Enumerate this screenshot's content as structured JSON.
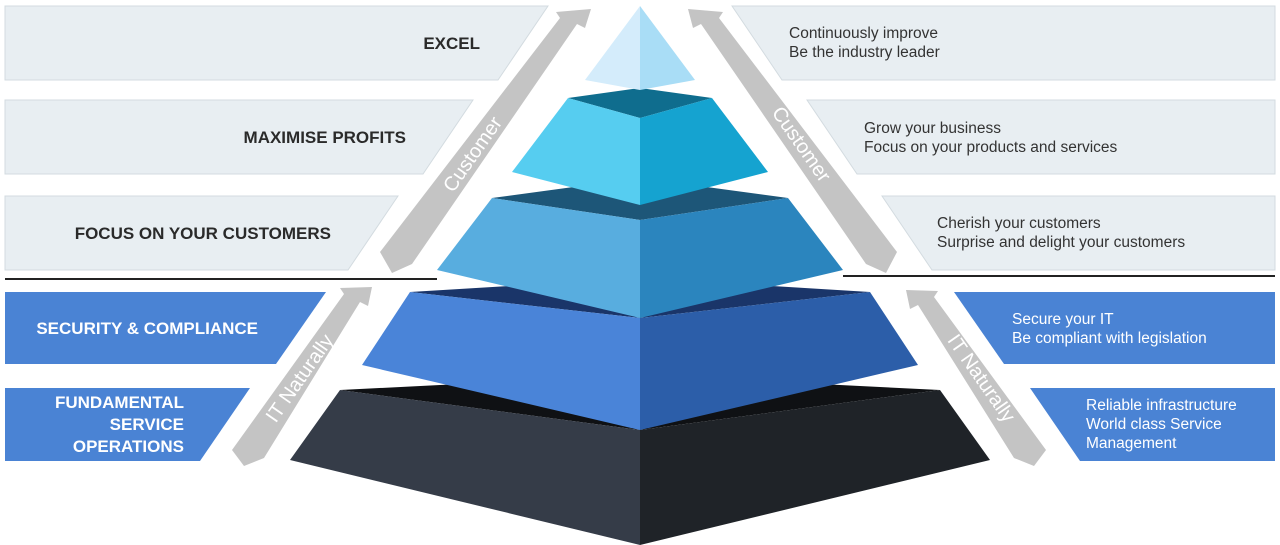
{
  "colors": {
    "light_panel": "#e8eef2",
    "light_panel_stroke": "#d3dbe0",
    "blue_panel": "#4a83d4",
    "arrow_grey": "#c4c4c4",
    "divider": "#222222"
  },
  "pyramid": {
    "tiers": [
      {
        "name": "excel",
        "left": "#d4ecfb",
        "right": "#a9ddf6",
        "top": null
      },
      {
        "name": "maximise-profits",
        "left": "#56cdf0",
        "right": "#15a3d0",
        "top": "#0f6d8e"
      },
      {
        "name": "focus-customers",
        "left": "#58addf",
        "right": "#2b85be",
        "top": "#1d5678"
      },
      {
        "name": "security",
        "left": "#4a84d8",
        "right": "#2c5ea9",
        "top": "#1a3569"
      },
      {
        "name": "fundamental",
        "left": "#353c48",
        "right": "#1f2328",
        "top": "#0f1114"
      }
    ]
  },
  "arrows": {
    "upper_left": "Customer",
    "upper_right": "Customer",
    "lower_left": "IT Naturally",
    "lower_right": "IT Naturally"
  },
  "left_labels": {
    "excel": "EXCEL",
    "maximise": "MAXIMISE PROFITS",
    "focus": "FOCUS ON YOUR CUSTOMERS",
    "security": "SECURITY & COMPLIANCE",
    "fundamental": [
      "FUNDAMENTAL",
      "SERVICE",
      "OPERATIONS"
    ]
  },
  "right_text": {
    "excel": [
      "Continuously improve",
      "Be the industry leader"
    ],
    "maximise": [
      "Grow your business",
      "Focus on your products and services"
    ],
    "focus": [
      "Cherish your customers",
      "Surprise and delight your customers"
    ],
    "security": [
      "Secure your IT",
      "Be compliant with legislation"
    ],
    "fundamental": [
      "Reliable infrastructure",
      "World class Service",
      "Management"
    ]
  }
}
